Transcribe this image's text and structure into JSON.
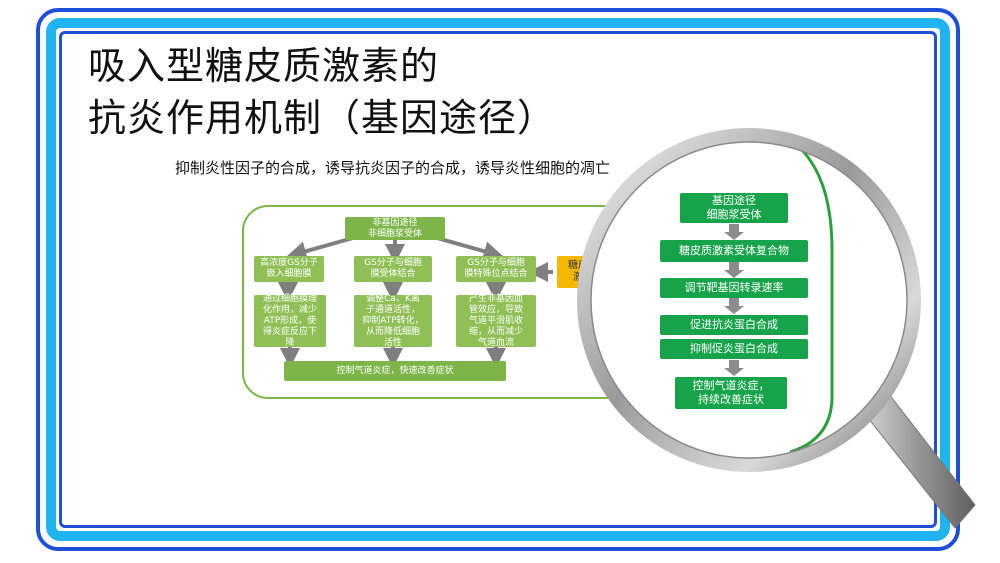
{
  "slide": {
    "title_line1": "吸入型糖皮质激素的",
    "title_line2": "抗炎作用机制（基因途径）",
    "subtitle": "抑制炎性因子的合成，诱导抗炎因子的合成，诱导炎性细胞的凋亡"
  },
  "diagram": {
    "top_box": "非基因途径\n非细胞浆受体",
    "glucocorticoid_box": "糖皮质\n激素",
    "branches": [
      {
        "head": "高浓度GS分子\n嵌入细胞膜",
        "detail": "通过细胞膜理\n化作用，减少\nATP形成，使\n得炎症反应下\n降"
      },
      {
        "head": "GS分子与细胞\n膜受体结合",
        "detail": "调整Ca、K离\n子通道活性，\n抑制ATP转化，\n从而降低细胞\n活性"
      },
      {
        "head": "GS分子与细胞\n膜特殊位点结合",
        "detail": "产生非基因血\n管效应，导致\n气道平滑肌收\n缩，从而减少\n气道血流"
      }
    ],
    "bottom_box": "控制气道炎症，快速改善症状",
    "magnified": {
      "steps": [
        "基因途径\n细胞浆受体",
        "糖皮质激素受体复合物",
        "调节靶基因转录速率",
        "促进抗炎蛋白合成",
        "抑制促炎蛋白合成",
        "控制气道炎症，\n持续改善症状"
      ]
    }
  },
  "colors": {
    "frame_outer": "#1e4fd6",
    "frame_cyan": "#1fb3f0",
    "box_green": "#7db548",
    "zoom_green": "#16a34a",
    "gc_yellow": "#f5b800"
  }
}
